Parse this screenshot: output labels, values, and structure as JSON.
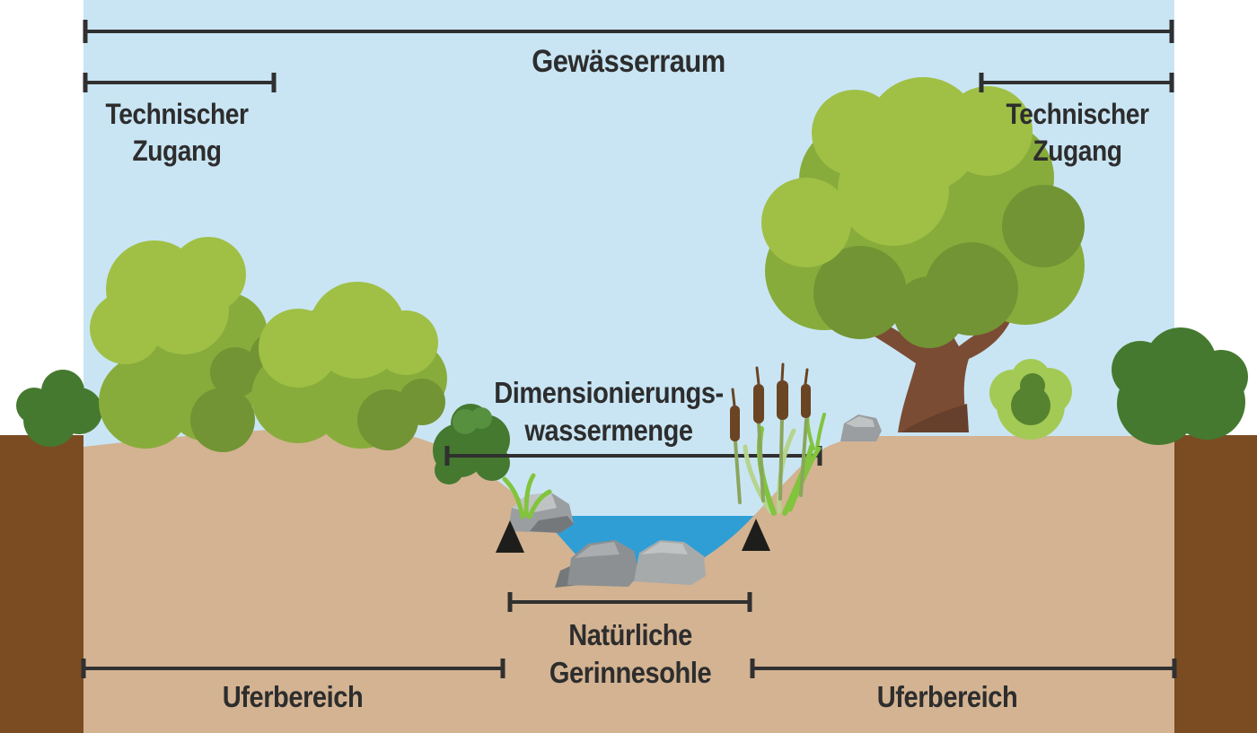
{
  "diagram": {
    "description": "Cross-section schematic of a stream corridor (Gewaesserraum) with riparian zones",
    "labels": {
      "gewaesserraum": "Gewässerraum",
      "technischer_zugang": "Technischer\nZugang",
      "dimensionierungswassermenge": "Dimensionierungs-\nwassermenge",
      "natuerliche_gerinnesohle": "Natürliche\nGerinnesohle",
      "uferbereich": "Uferbereich"
    },
    "colors": {
      "sky": "#c9e5f4",
      "water": "#2f9ed5",
      "ground": "#d3b392",
      "soil": "#7b4c22",
      "line": "#303030",
      "text": "#2d2d2d",
      "bush_light": "#9fc045",
      "bush_mid": "#88ac3b",
      "bush_dark": "#729434",
      "bush_darkgreen": "#45792f",
      "bush_darkgreen_light": "#579140",
      "trunk": "#7b4c34",
      "trunk_dark": "#66402c",
      "rock": "#9a9ea0",
      "rock_light": "#c0c3c4",
      "rock_dark": "#74787a",
      "grass": "#82c43d",
      "grass_pale": "#b6d48e",
      "cattail_head": "#6b4423",
      "cattail_stem": "#8aa65c",
      "marker": "#1d1d1b"
    }
  }
}
